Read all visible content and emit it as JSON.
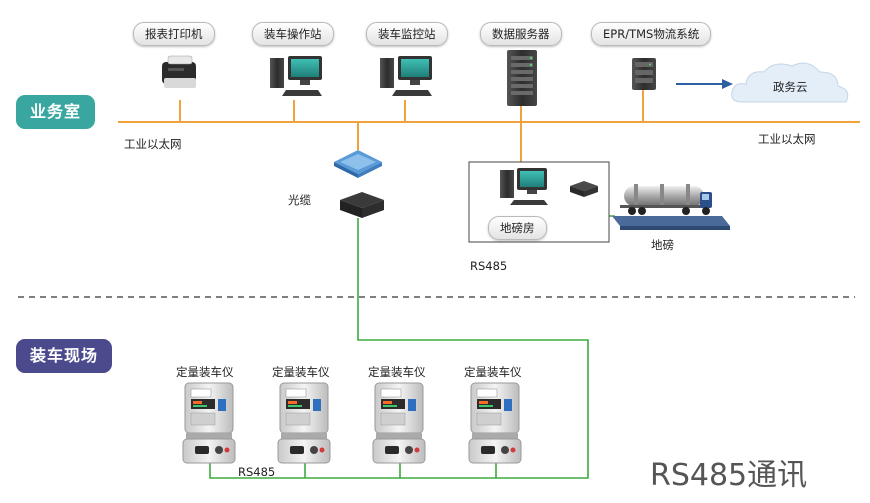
{
  "zones": {
    "office": "业务室",
    "field": "装车现场"
  },
  "top_devices": [
    "报表打印机",
    "装车操作站",
    "装车监控站",
    "数据服务器",
    "EPR/TMS物流系统"
  ],
  "cloud_label": "政务云",
  "network_left": "工业以太网",
  "network_right": "工业以太网",
  "fiber_label": "光缆",
  "scale_room": "地磅房",
  "scale": "地磅",
  "rs485_room": "RS485",
  "meters": [
    "定量装车仪",
    "定量装车仪",
    "定量装车仪",
    "定量装车仪"
  ],
  "rs485_bus": "RS485",
  "footer": "RS485通讯",
  "colors": {
    "ethernet": "#f2a23a",
    "fiber": "#3dac3d",
    "office_zone": "#3aa6a0",
    "field_zone": "#4a4a8c"
  }
}
